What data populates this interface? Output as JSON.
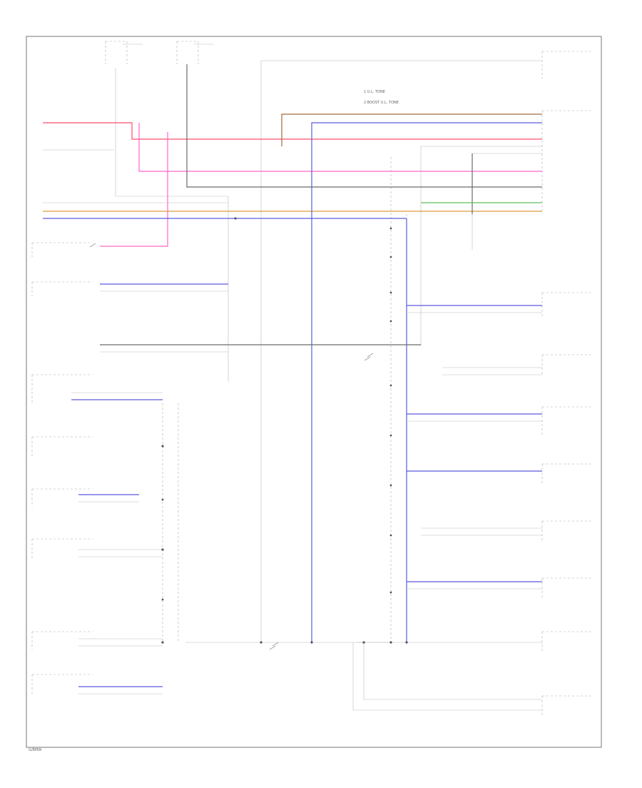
{
  "colors": {
    "frame": "#555555",
    "wire_gray": "#b8b8b8",
    "wire_dark": "#6a6a6a",
    "wire_blue": "#5b5bdd",
    "wire_pink": "#ff66cc",
    "wire_red": "#ff4d6d",
    "wire_orange": "#d89a3c",
    "wire_green": "#5cc05c",
    "wire_brown": "#a06a3a"
  },
  "legend": {
    "line1": "1   U.L. TONE",
    "line2": "2   BOOST U.L. TONE"
  },
  "corner_label": "G/BMW"
}
